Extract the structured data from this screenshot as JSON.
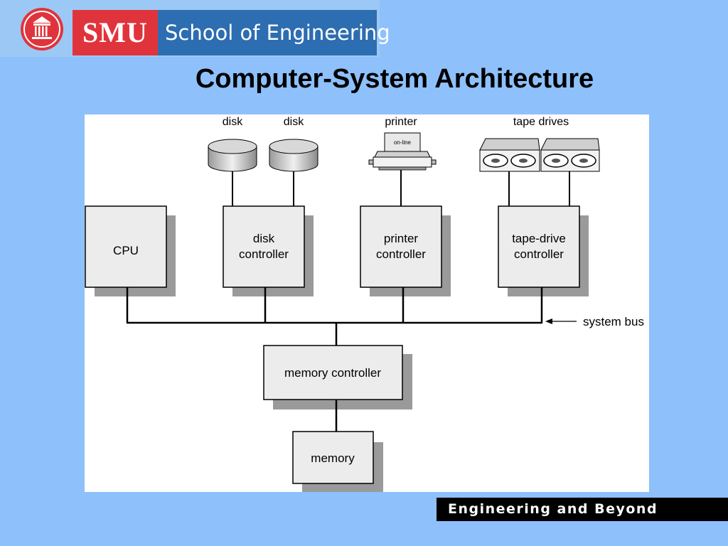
{
  "header": {
    "brand": "SMU",
    "school": "School of Engineering"
  },
  "slide": {
    "title": "Computer-System Architecture"
  },
  "diagram": {
    "devices": {
      "disk_1": "disk",
      "disk_2": "disk",
      "printer": "printer",
      "printer_status": "on-line",
      "tape_drives": "tape drives"
    },
    "boxes": {
      "cpu": "CPU",
      "disk_controller": [
        "disk",
        "controller"
      ],
      "printer_controller": [
        "printer",
        "controller"
      ],
      "tape_drive_controller": [
        "tape-drive",
        "controller"
      ],
      "memory_controller": "memory controller",
      "memory": "memory"
    },
    "bus_label": "system bus"
  },
  "footer": {
    "tagline": "Engineering and Beyond"
  }
}
